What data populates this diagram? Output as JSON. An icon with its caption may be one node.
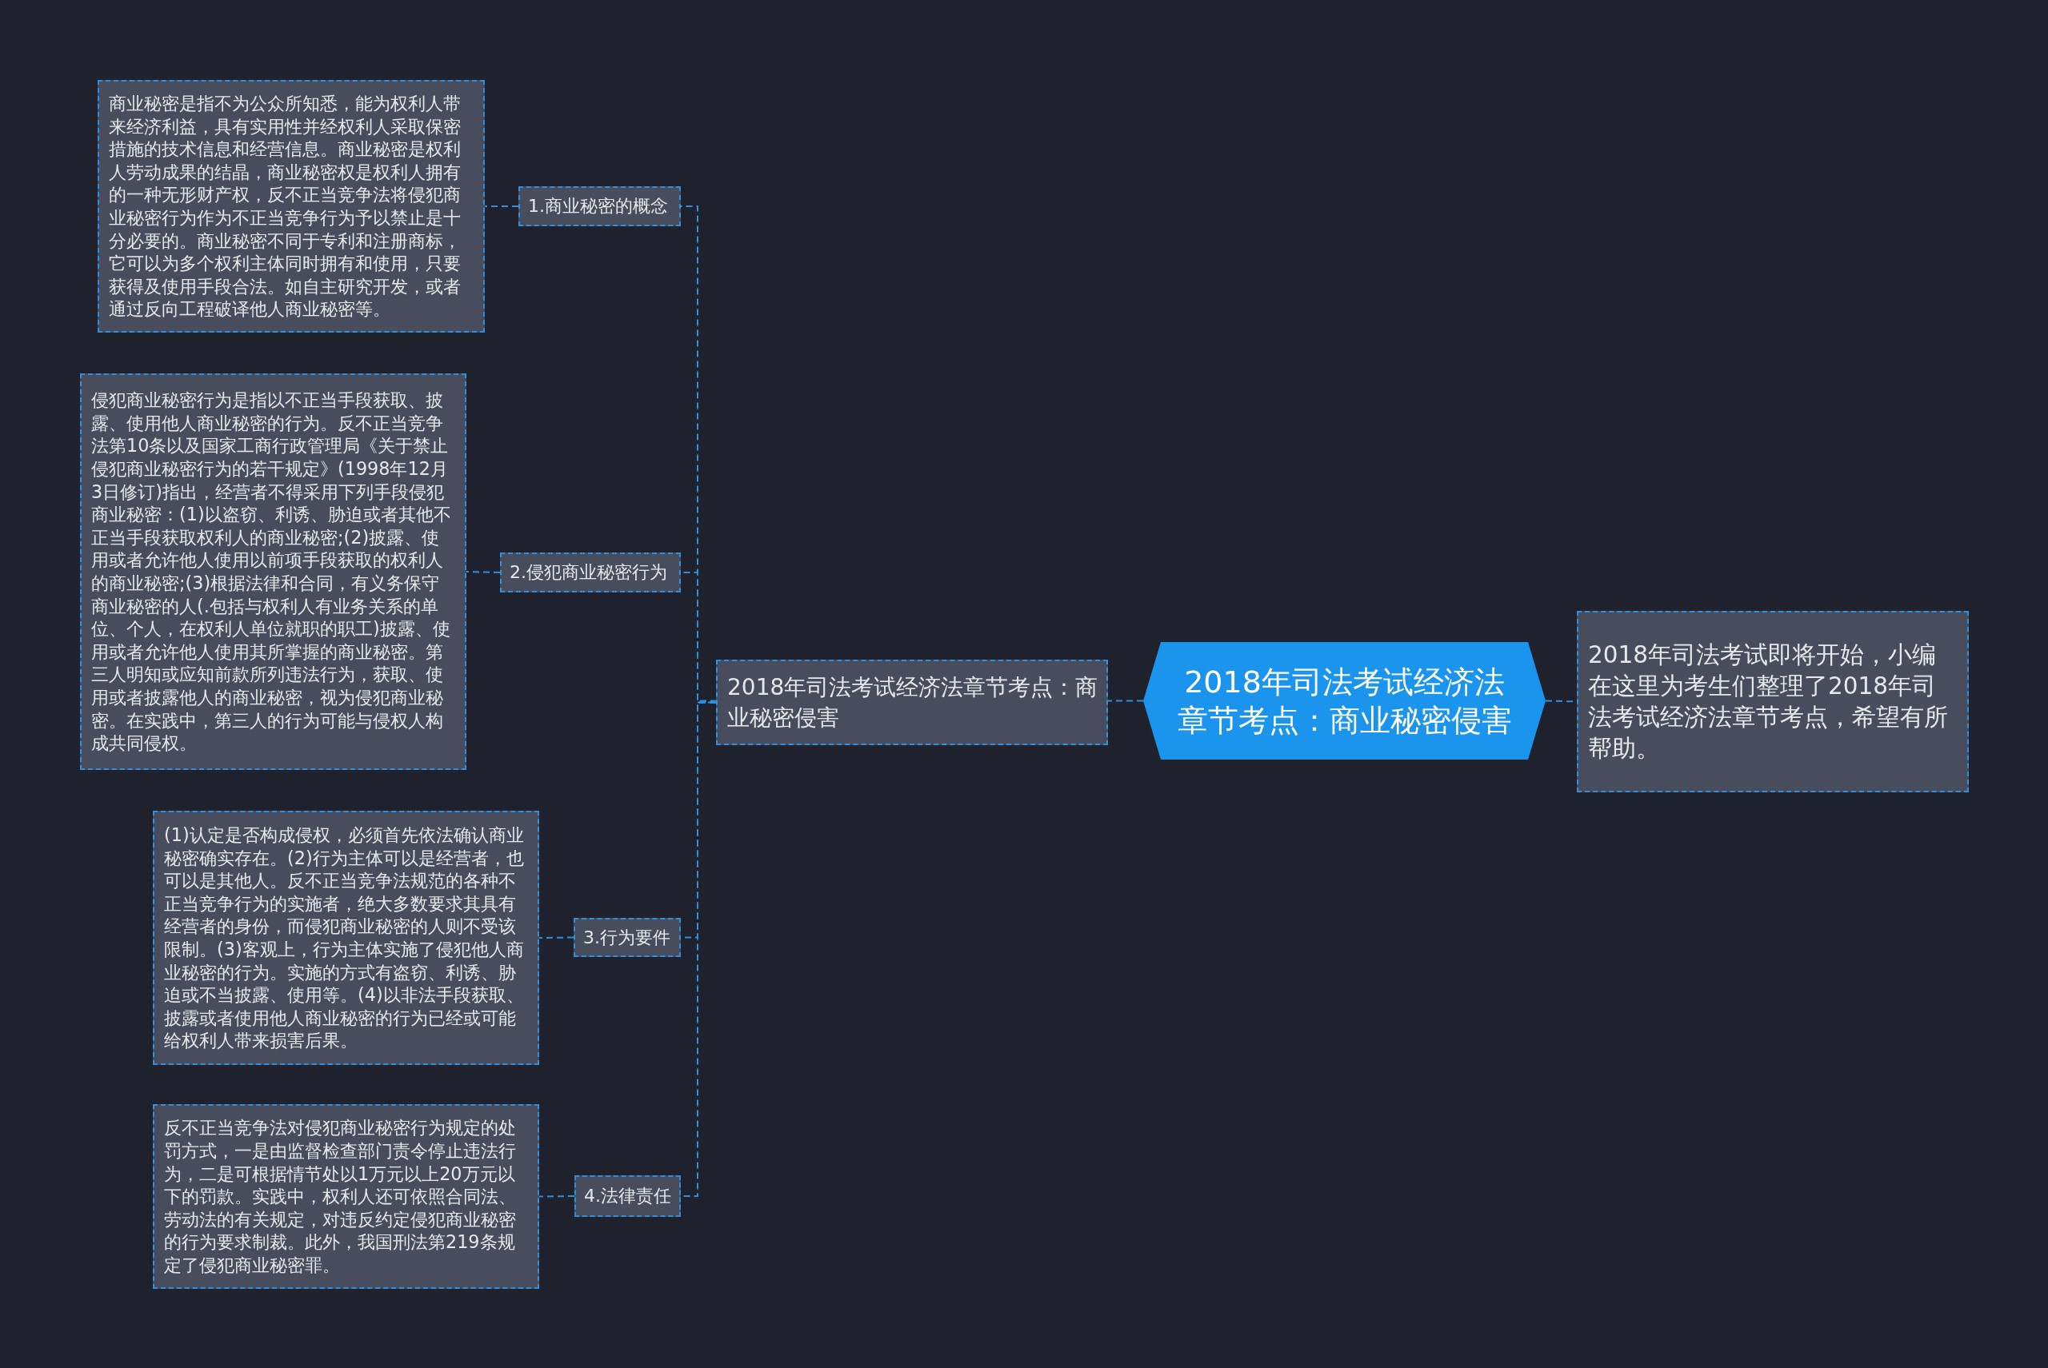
{
  "diagram": {
    "nodes": [
      {
        "text": [
          "2018年司法考试经济法章节考点：商业秘密侵害"
        ]
      },
      {
        "text": [
          "2018年司法考试即将开始，小编在这里为考生们整理了2018年司法考试经济法章节考点，希望有所帮助。"
        ]
      },
      {
        "text": [
          "2018年司法考试经济法章节考点：商业秘密侵害"
        ]
      },
      {
        "text": [
          "1.商业秘密的概念"
        ]
      },
      {
        "text": [
          "商业秘密是指不为公众所知悉，能为权利人带来经济利益，具有实用性并经权利人采取保密措施的技术信息和经营信息。商业秘密是权利人劳动成果的结晶，商业秘密权是权利人拥有的一种无形财产权，反不正当竞争法将侵犯商业秘密行为作为不正当竞争行为予以禁止是十分必要的。商业秘密不同于专利和注册商标，它可以为多个权利主体同时拥有和使用，只要获得及使用手段合法。如自主研究开发，或者通过反向工程破译他人商业秘密等。"
        ]
      },
      {
        "text": [
          "2.侵犯商业秘密行为"
        ]
      },
      {
        "text": [
          "侵犯商业秘密行为是指以不正当手段获取、披露、使用他人商业秘密的行为。反不正当竞争法第10条以及国家工商行政管理局《关于禁止侵犯商业秘密行为的若干规定》(1998年12月3日修订)指出，经营者不得采用下列手段侵犯商业秘密：(1)以盗窃、利诱、胁迫或者其他不正当手段获取权利人的商业秘密;(2)披露、使用或者允许他人使用以前项手段获取的权利人的商业秘密;(3)根据法律和合同，有义务保守商业秘密的人(.包括与权利人有业务关系的单位、个人，在权利人单位就职的职工)披露、使用或者允许他人使用其所掌握的商业秘密。第三人明知或应知前款所列违法行为，获取、使用或者披露他人的商业秘密，视为侵犯商业秘密。在实践中，第三人的行为可能与侵权人构成共同侵权。"
        ]
      },
      {
        "text": [
          "3.行为要件"
        ]
      },
      {
        "text": [
          "(1)认定是否构成侵权，必须首先依法确认商业秘密确实存在。(2)行为主体可以是经营者，也可以是其他人。反不正当竞争法规范的各种不正当竞争行为的实施者，绝大多数要求其具有经营者的身份，而侵犯商业秘密的人则不受该限制。(3)客观上，行为主体实施了侵犯他人商业秘密的行为。实施的方式有盗窃、利诱、胁迫或不当披露、使用等。(4)以非法手段获取、披露或者使用他人商业秘密的行为已经或可能给权利人带来损害后果。"
        ]
      },
      {
        "text": [
          "4.法律责任"
        ]
      },
      {
        "text": [
          "反不正当竞争法对侵犯商业秘密行为规定的处罚方式，一是由监督检查部门责令停止违法行为，二是可根据情节处以1万元以上20万元以下的罚款。实践中，权利人还可依照合同法、劳动法的有关规定，对违反约定侵犯商业秘密的行为要求制裁。此外，我国刑法第219条规定了侵犯商业秘密罪。"
        ]
      }
    ],
    "edges": [
      {
        "from": 0,
        "to": 1,
        "arrow": "none"
      },
      {
        "from": 0,
        "to": 2,
        "arrow": "none"
      },
      {
        "from": 2,
        "to": 3,
        "arrow": "none"
      },
      {
        "from": 2,
        "to": 5,
        "arrow": "none"
      },
      {
        "from": 2,
        "to": 7,
        "arrow": "none"
      },
      {
        "from": 2,
        "to": 9,
        "arrow": "none"
      },
      {
        "from": 3,
        "to": 4,
        "arrow": "none"
      },
      {
        "from": 5,
        "to": 6,
        "arrow": "none"
      },
      {
        "from": 7,
        "to": 8,
        "arrow": "none"
      },
      {
        "from": 9,
        "to": 10,
        "arrow": "none"
      }
    ]
  }
}
